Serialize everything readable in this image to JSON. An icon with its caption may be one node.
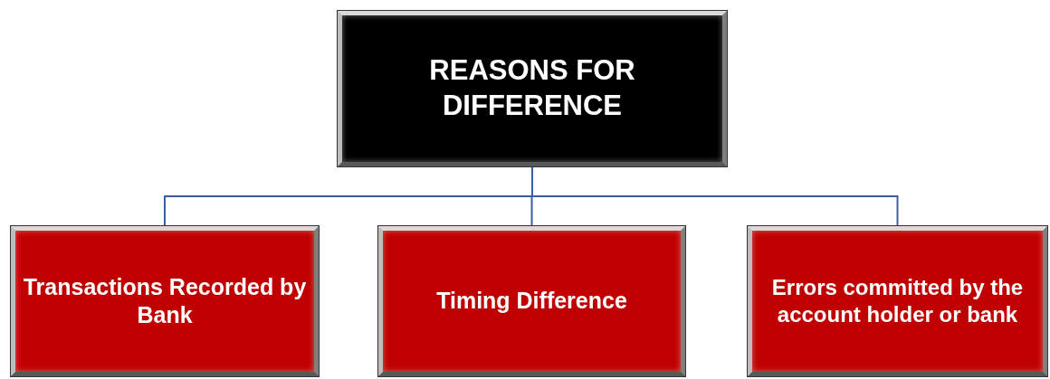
{
  "diagram": {
    "nodes": [
      {
        "text": [
          "REASONS FOR DIFFERENCE"
        ]
      },
      {
        "text": [
          "Transactions Recorded by Bank"
        ]
      },
      {
        "text": [
          "Timing Difference"
        ]
      },
      {
        "text": [
          "Errors committed by the account holder or bank"
        ]
      }
    ],
    "edges": [
      {
        "from": 0,
        "to": 1,
        "arrow": "none"
      },
      {
        "from": 0,
        "to": 2,
        "arrow": "none"
      },
      {
        "from": 0,
        "to": 3,
        "arrow": "none"
      }
    ]
  }
}
